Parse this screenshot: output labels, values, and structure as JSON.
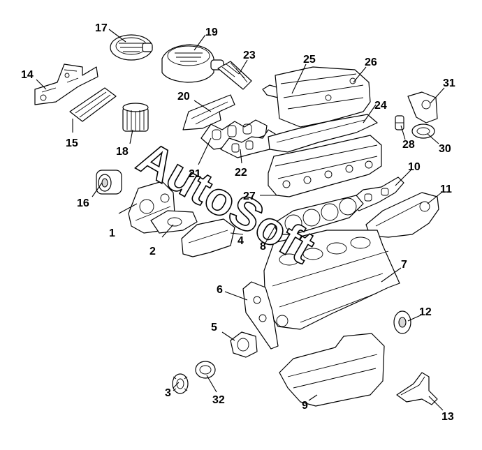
{
  "watermark": "AutoSoft",
  "callouts": [
    "1",
    "2",
    "3",
    "4",
    "5",
    "6",
    "7",
    "8",
    "9",
    "10",
    "11",
    "12",
    "13",
    "14",
    "15",
    "16",
    "17",
    "18",
    "19",
    "20",
    "21",
    "22",
    "23",
    "24",
    "25",
    "26",
    "27",
    "28",
    "30",
    "31",
    "32"
  ]
}
